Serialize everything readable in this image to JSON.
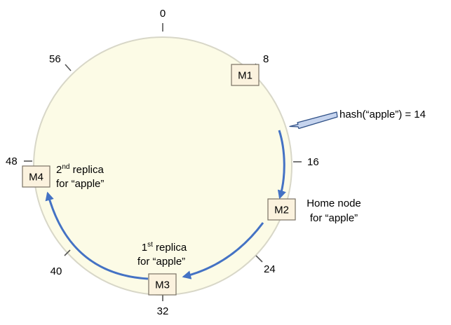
{
  "colors": {
    "ring_fill": "#FCFBE6",
    "ring_stroke": "#D8D7C8",
    "node_fill": "#FBF2DE",
    "node_stroke": "#7A7264",
    "arrow": "#4472C4",
    "hash_arrow_fill": "#C6D4EE",
    "hash_arrow_stroke": "#2E4F86"
  },
  "ring": {
    "ticks": [
      "0",
      "8",
      "16",
      "24",
      "32",
      "40",
      "48",
      "56"
    ]
  },
  "nodes": [
    {
      "id": "M1",
      "label": "M1"
    },
    {
      "id": "M2",
      "label": "M2"
    },
    {
      "id": "M3",
      "label": "M3"
    },
    {
      "id": "M4",
      "label": "M4"
    }
  ],
  "annotations": {
    "hash": "hash(“apple”) = 14",
    "home_line1": "Home node",
    "home_line2": "for “apple”",
    "first_base": "1",
    "first_sup": "st",
    "first_rest": " replica",
    "first_line2": "for “apple”",
    "second_base": "2",
    "second_sup": "nd",
    "second_rest": " replica",
    "second_line2": "for “apple”"
  },
  "icons": {
    "hash_arrow": "hash-pointer-arrow-icon",
    "flow_arrow": "curved-flow-arrow-icon"
  }
}
